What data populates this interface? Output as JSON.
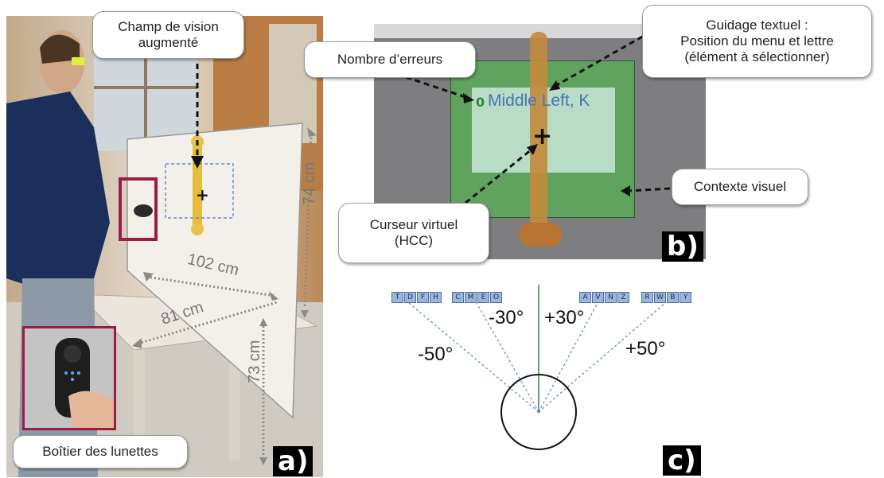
{
  "panel_a": {
    "label": "a)",
    "callout_fov": "Champ de vision\naugmenté",
    "callout_box": "Boîtier des lunettes",
    "dim_width": "102 cm",
    "dim_height": "74 cm",
    "dim_depth": "81 cm",
    "dim_table": "73 cm"
  },
  "panel_b": {
    "label": "b)",
    "callout_errors": "Nombre d’erreurs",
    "callout_guidance": "Guidage textuel :\nPosition du menu et lettre\n(élément à sélectionner)",
    "callout_context": "Contexte visuel",
    "callout_cursor": "Curseur virtuel\n(HCC)",
    "error_count": "0",
    "guidance_text": "Middle Left, K",
    "cursor_glyph": "+"
  },
  "panel_c": {
    "label": "c)",
    "angles": [
      "-50°",
      "-30°",
      "+30°",
      "+50°"
    ],
    "menus": [
      {
        "letters": [
          "T",
          "D",
          "F",
          "H"
        ]
      },
      {
        "letters": [
          "C",
          "M",
          "E",
          "O"
        ]
      },
      {
        "letters": [
          "A",
          "V",
          "N",
          "Z"
        ]
      },
      {
        "letters": [
          "R",
          "W",
          "B",
          "Y"
        ]
      }
    ]
  },
  "colors": {
    "frame_red": "#9e1b45",
    "overlay_green": "#5fa35f",
    "text_blue": "#4a73b8",
    "ray_blue": "#5b84c9",
    "midline_green": "#2e8b3e"
  }
}
